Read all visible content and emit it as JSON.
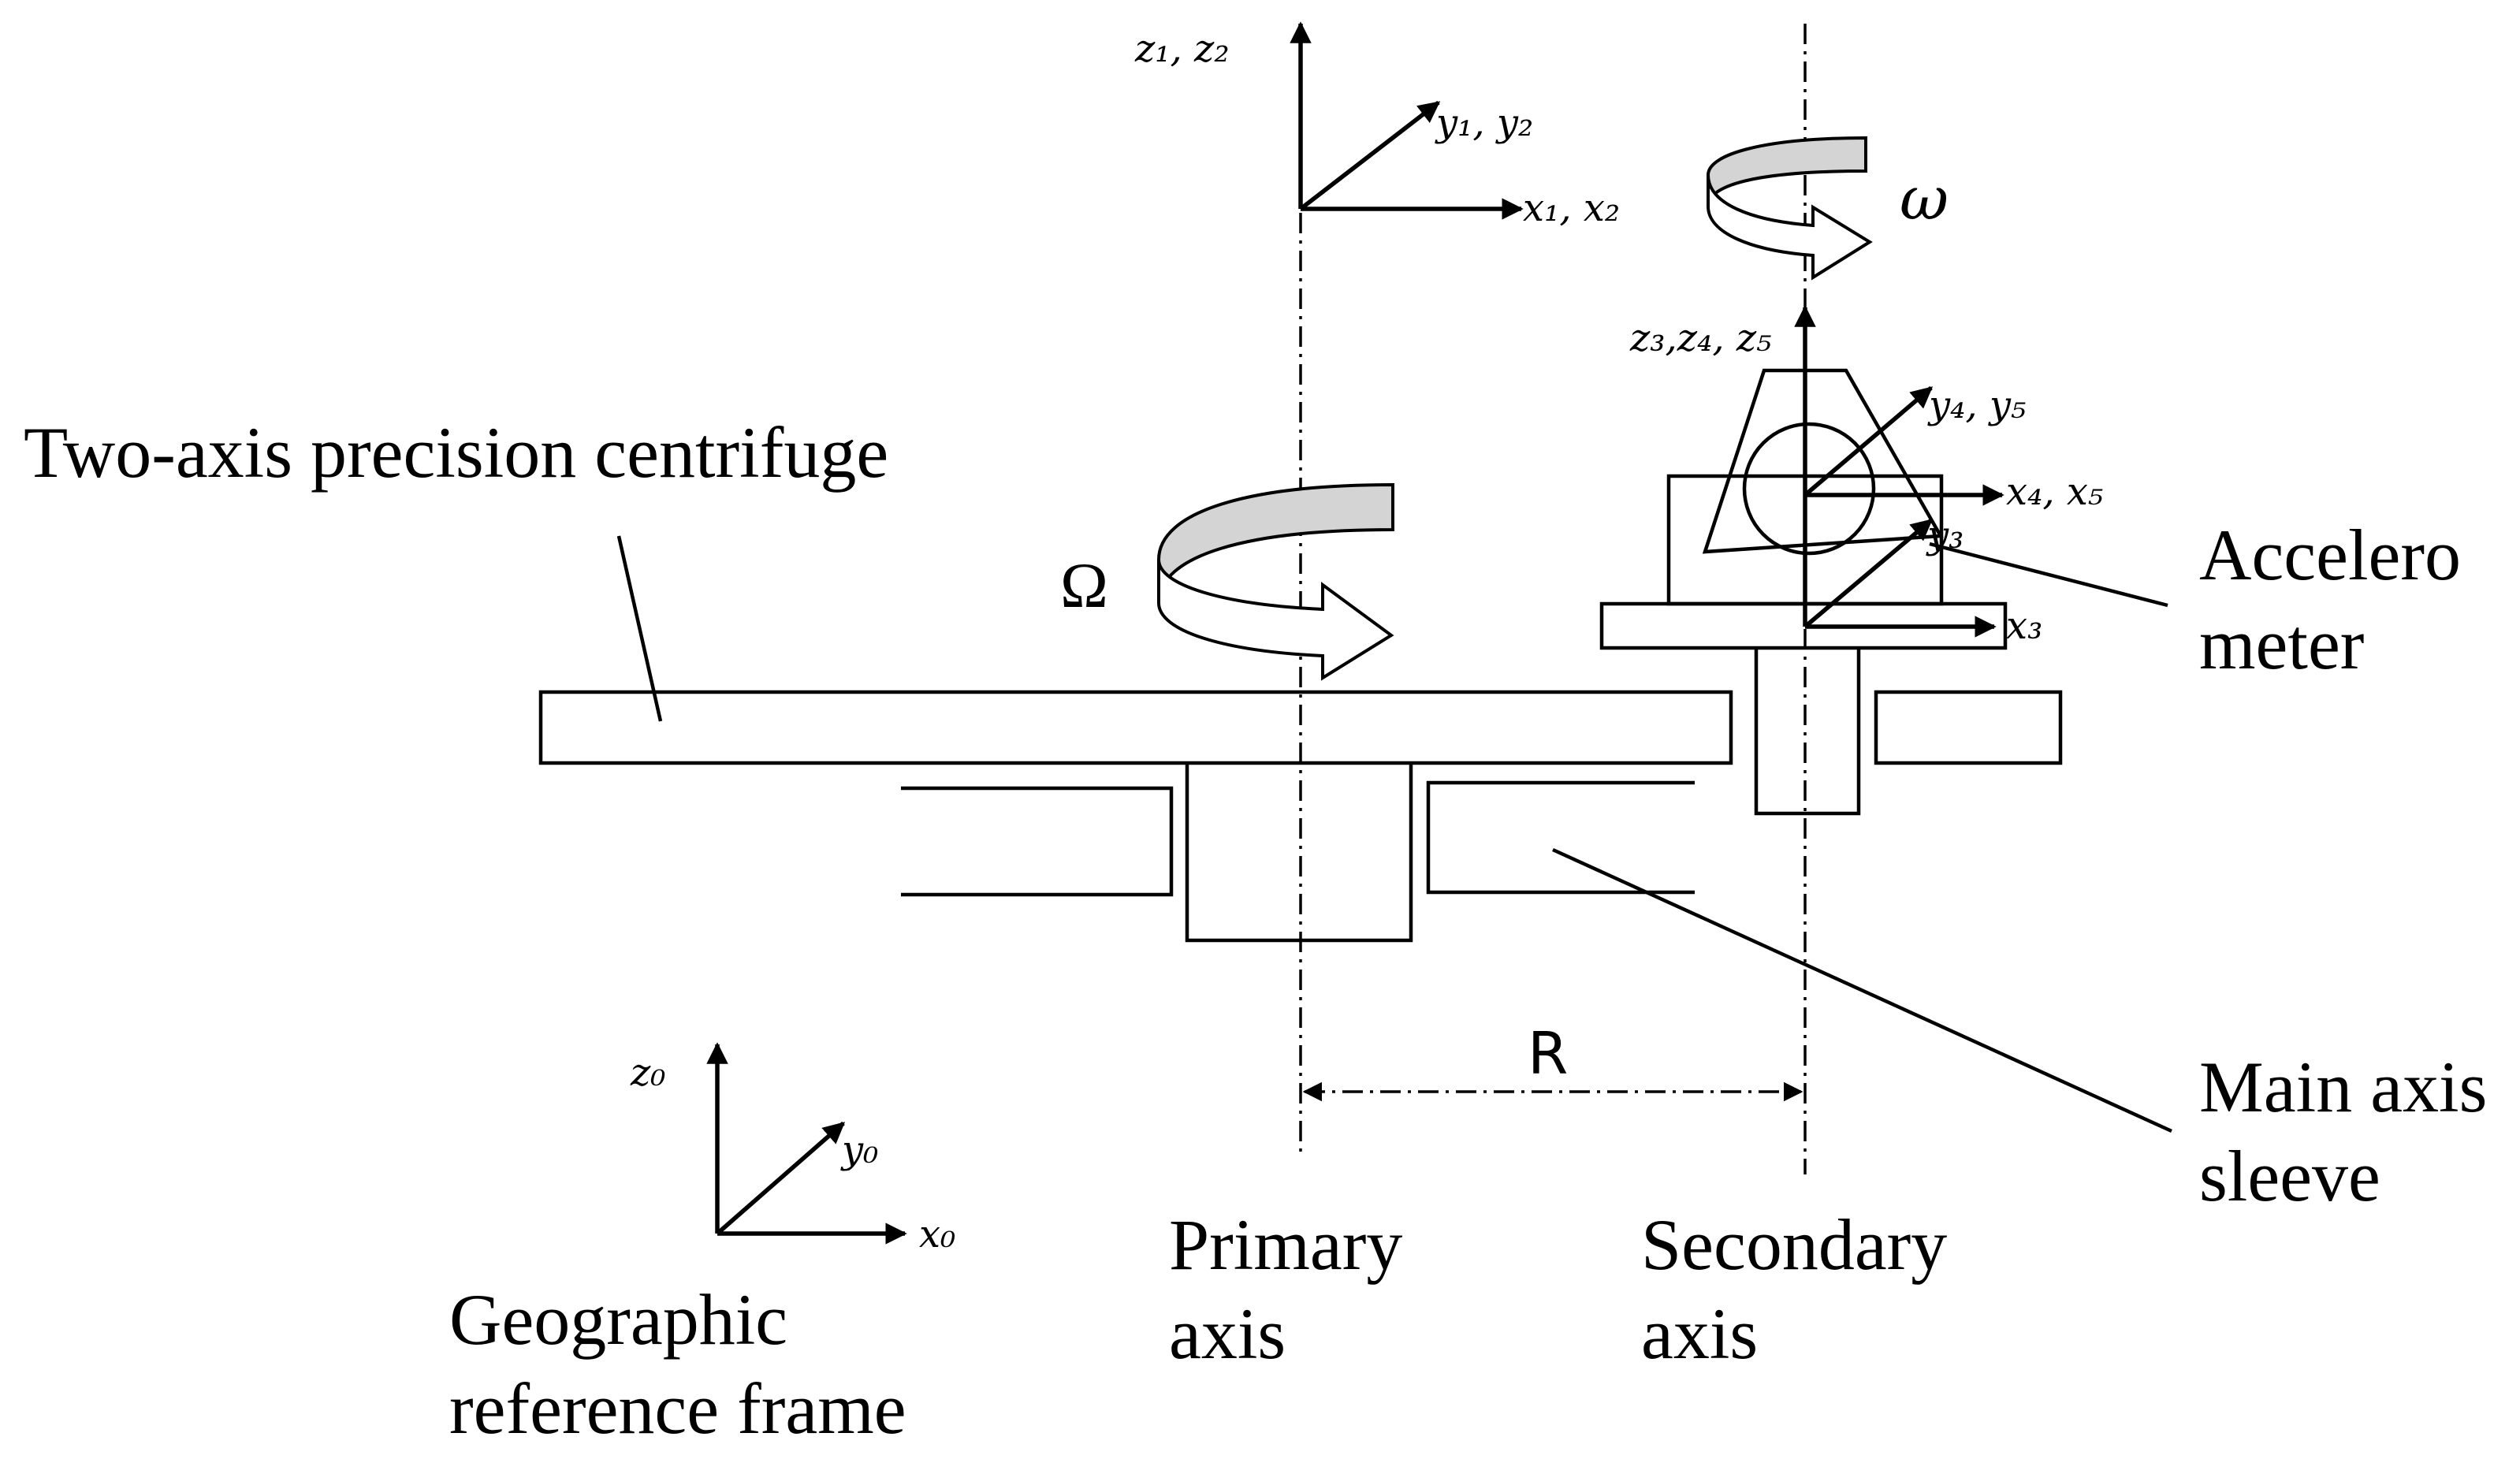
{
  "labels": {
    "two_axis_centrifuge": "Two-axis precision centrifuge",
    "accelerometer_line1": "Accelero",
    "accelerometer_line2": "meter",
    "main_axis_sleeve_line1": "Main axis",
    "main_axis_sleeve_line2": "sleeve",
    "primary_axis_line1": "Primary",
    "primary_axis_line2": "axis",
    "secondary_axis_line1": "Secondary",
    "secondary_axis_line2": "axis",
    "geographic_frame_line1": "Geographic",
    "geographic_frame_line2": "reference frame"
  },
  "symbols": {
    "omega_primary": "Ω",
    "omega_secondary": "ω",
    "radius": "R"
  },
  "frames": {
    "frame12": {
      "z": "z₁, z₂",
      "y": "y₁, y₂",
      "x": "x₁, x₂"
    },
    "frame345": {
      "z": "z₃,z₄, z₅",
      "y45": "y₄, y₅",
      "x45": "x₄, x₅",
      "y3": "y₃",
      "x3": "x₃"
    },
    "frame0": {
      "z": "z₀",
      "y": "y₀",
      "x": "x₀"
    }
  },
  "colors": {
    "line": "#000000",
    "arrow_fill": "#d4d4d4",
    "background": "#ffffff"
  }
}
